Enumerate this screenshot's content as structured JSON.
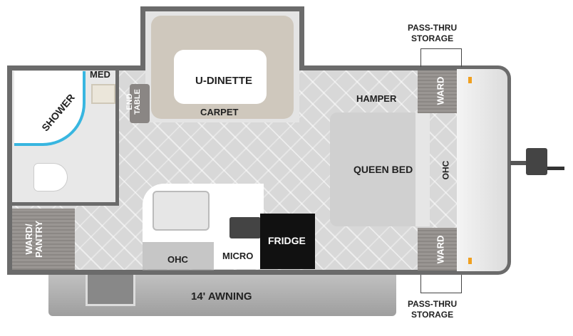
{
  "labels": {
    "pass_thru_top": "PASS-THRU\nSTORAGE",
    "pass_thru_top_l1": "PASS-THRU",
    "pass_thru_top_l2": "STORAGE",
    "pass_thru_bottom_l1": "PASS-THRU",
    "pass_thru_bottom_l2": "STORAGE",
    "dinette": "U-DINETTE",
    "carpet": "CARPET",
    "end_table_l1": "END",
    "end_table_l2": "TABLE",
    "med": "MED",
    "shower": "SHOWER",
    "hamper": "HAMPER",
    "ward_top": "WARD",
    "ward_bottom": "WARD",
    "ohc_front": "OHC",
    "ohc_kitchen": "OHC",
    "queen_bed": "QUEEN BED",
    "ward_pantry_l1": "WARD/",
    "ward_pantry_l2": "PANTRY",
    "micro": "MICRO",
    "fridge": "FRIDGE",
    "awning": "14' AWNING"
  },
  "colors": {
    "wall": "#6b6b6b",
    "floor": "#d8d8d8",
    "shower_glass": "#38b6e0",
    "fridge": "#111111",
    "awning": "#b4b4b4",
    "marker": "#f0a020"
  }
}
